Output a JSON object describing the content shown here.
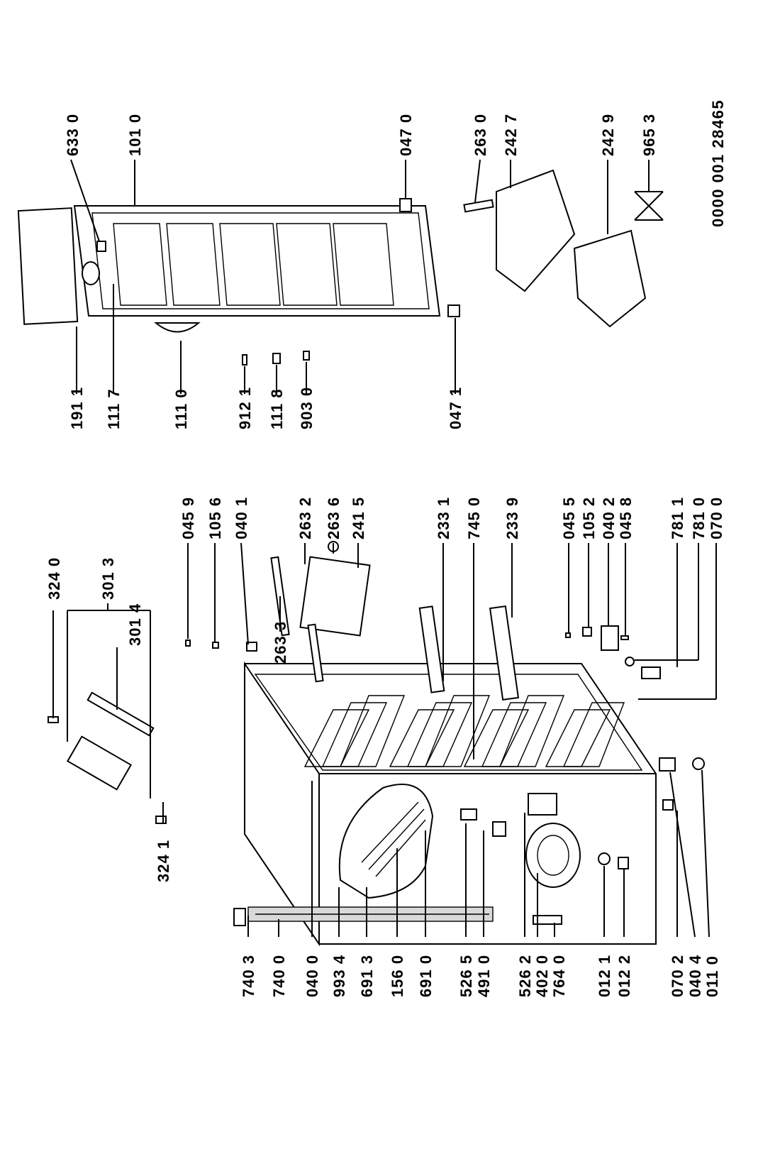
{
  "diagram_code": "0000 001 28465",
  "labels_left": [
    "740 3",
    "740 0",
    "040 0",
    "993 4",
    "691 3",
    "156 0",
    "691 0",
    "526 5",
    "491 0",
    "526 2",
    "402 0",
    "764 0",
    "012 1",
    "012 2",
    "070 2",
    "040 4",
    "011 0"
  ],
  "labels_top_left": [
    "324 1",
    "324 0",
    "301 4",
    "301 3"
  ],
  "labels_right_column": [
    "045 9",
    "105 6",
    "040 1",
    "263 3",
    "263 2",
    "263 6",
    "241 5",
    "233 1",
    "745 0",
    "233 9",
    "045 5",
    "105 2",
    "040 2",
    "045 8",
    "781 1",
    "781 0",
    "070 0"
  ],
  "labels_door": [
    "191 1",
    "111 7",
    "111 0",
    "912 1",
    "111 8",
    "903 0",
    "047 1",
    "633 0",
    "101 0",
    "047 0",
    "263 0",
    "242 7",
    "242 9",
    "965 3"
  ]
}
